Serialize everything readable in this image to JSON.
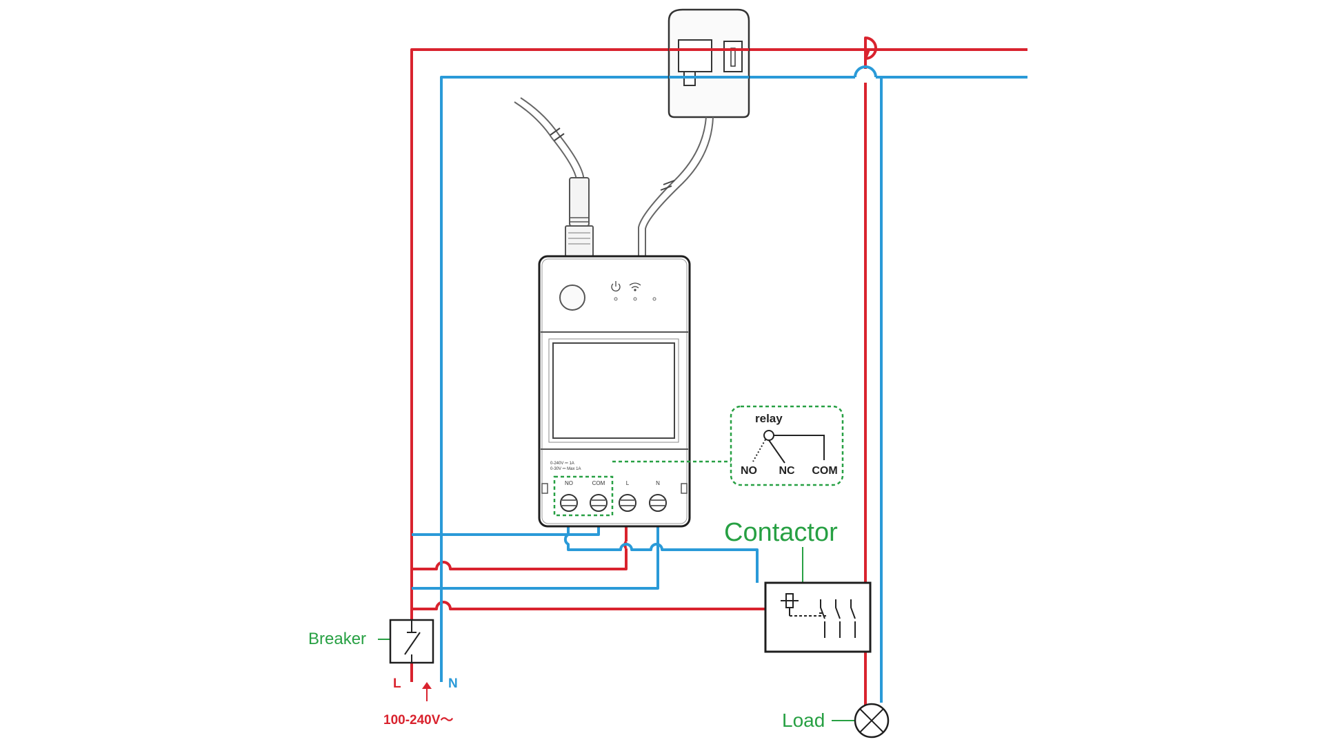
{
  "labels": {
    "relay_title": "relay",
    "relay_no": "NO",
    "relay_nc": "NC",
    "relay_com": "COM",
    "contactor": "Contactor",
    "breaker": "Breaker",
    "load": "Load",
    "line_l": "L",
    "line_n": "N",
    "voltage": "100-240V～"
  },
  "device": {
    "terminal_no": "NO",
    "terminal_com": "COM",
    "terminal_l": "L",
    "terminal_n": "N",
    "rating_line1": "0-240V ⎓ 1A",
    "rating_line2": "0-30V ⎓ Max 1A"
  },
  "colors": {
    "live": "#d9232e",
    "neutral": "#2a9ad8",
    "annotation": "#27a043",
    "outline": "#222222"
  }
}
